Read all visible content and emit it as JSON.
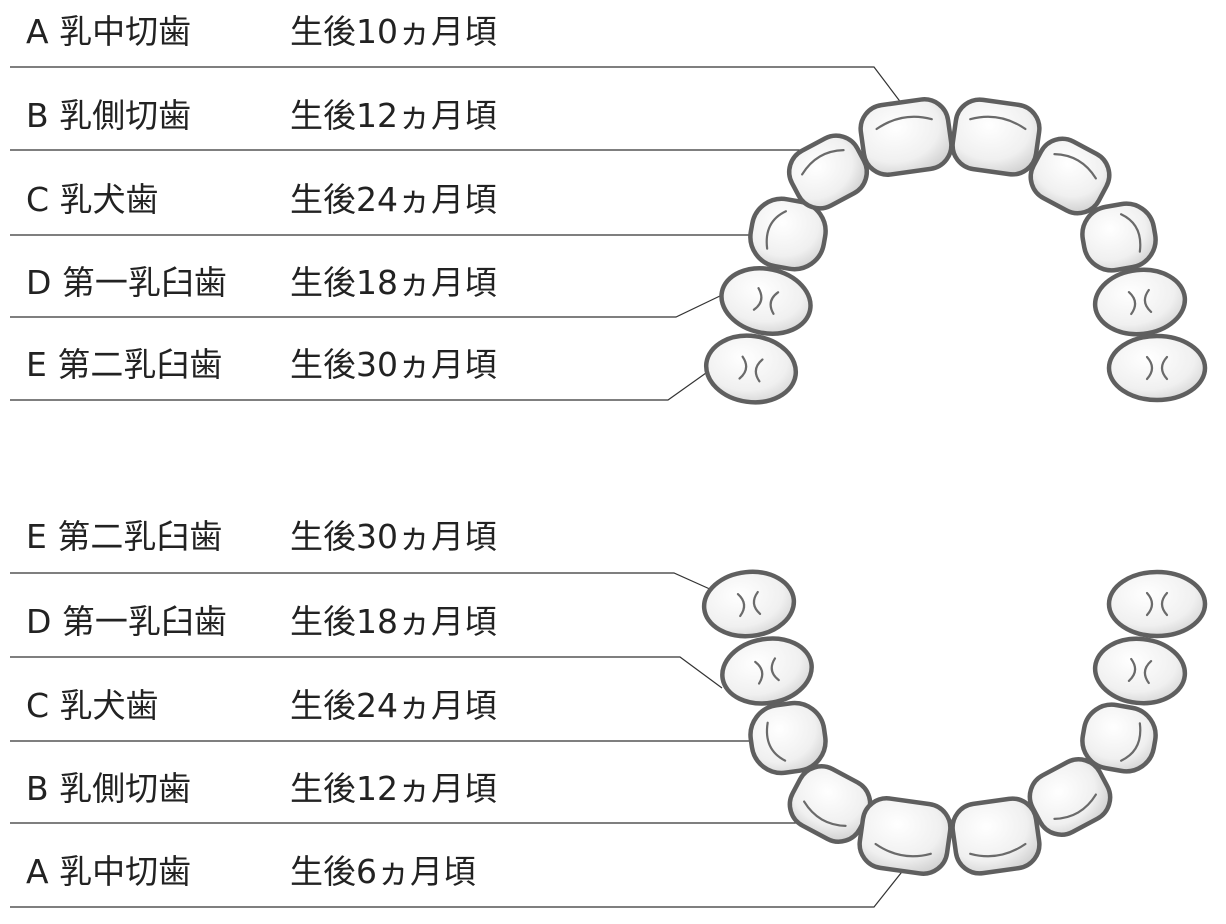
{
  "upper": {
    "rows": [
      {
        "name": "A 乳中切歯",
        "age": "生後10ヵ月頃"
      },
      {
        "name": "B 乳側切歯",
        "age": "生後12ヵ月頃"
      },
      {
        "name": "C 乳犬歯",
        "age": "生後24ヵ月頃"
      },
      {
        "name": "D 第一乳臼歯",
        "age": "生後18ヵ月頃"
      },
      {
        "name": "E 第二乳臼歯",
        "age": "生後30ヵ月頃"
      }
    ]
  },
  "lower": {
    "rows": [
      {
        "name": "E 第二乳臼歯",
        "age": "生後30ヵ月頃"
      },
      {
        "name": "D 第一乳臼歯",
        "age": "生後18ヵ月頃"
      },
      {
        "name": "C 乳犬歯",
        "age": "生後24ヵ月頃"
      },
      {
        "name": "B 乳側切歯",
        "age": "生後12ヵ月頃"
      },
      {
        "name": "A 乳中切歯",
        "age": "生後6ヵ月頃"
      }
    ]
  },
  "colors": {
    "tooth_stroke": "#5f5f5f",
    "tooth_fill": "#f2f2f2",
    "line": "#333333"
  }
}
